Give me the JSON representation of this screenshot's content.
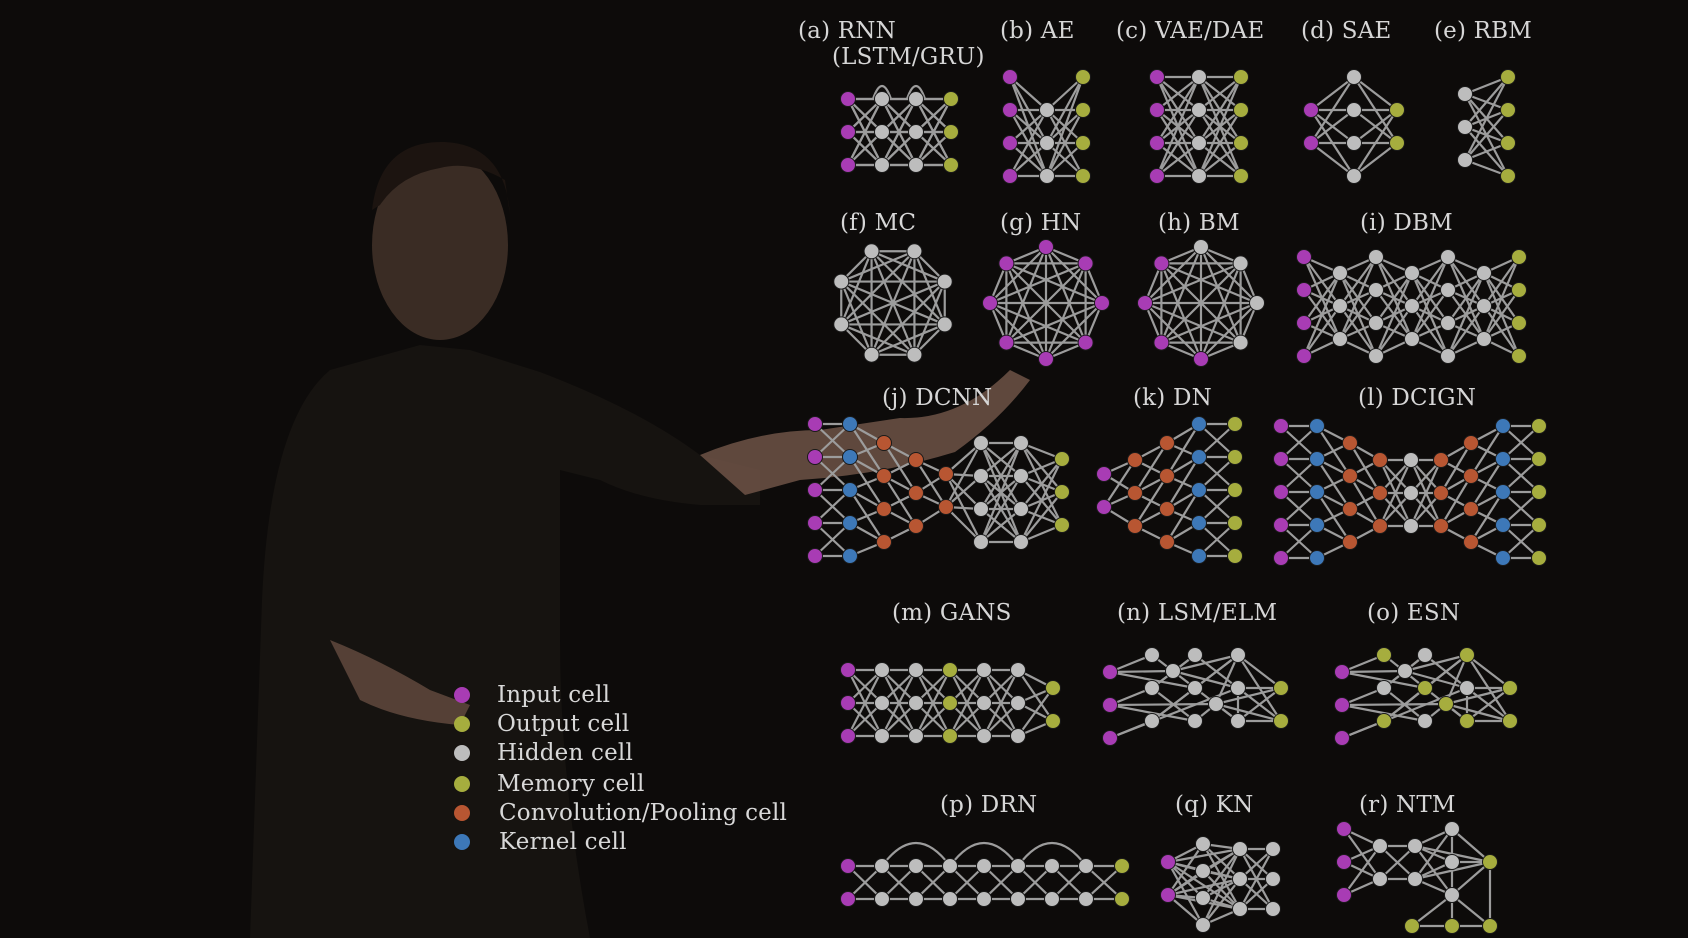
{
  "colors": {
    "background": "#0d0b0a",
    "input": "#a83cb4",
    "output": "#a6ad3e",
    "hidden": "#bdbdbd",
    "memory": "#a6ad3e",
    "convolution": "#b85632",
    "kernel": "#3d78b8",
    "edge": "#9c9c9c"
  },
  "legend": [
    {
      "label": "Input cell",
      "color": "input"
    },
    {
      "label": "Output cell",
      "color": "output"
    },
    {
      "label": "Hidden cell",
      "color": "hidden"
    },
    {
      "label": "Memory cell",
      "color": "memory"
    },
    {
      "label": "Convolution/Pooling cell",
      "color": "convolution"
    },
    {
      "label": "Kernel cell",
      "color": "kernel"
    }
  ],
  "networks": {
    "a": "(a) RNN",
    "a_sub": "(LSTM/GRU)",
    "b": "(b) AE",
    "c": "(c) VAE/DAE",
    "d": "(d) SAE",
    "e": "(e) RBM",
    "f": "(f) MC",
    "g": "(g) HN",
    "h": "(h) BM",
    "i": "(i) DBM",
    "j": "(j) DCNN",
    "k": "(k) DN",
    "l": "(l) DCIGN",
    "m": "(m) GANS",
    "n": "(n) LSM/ELM",
    "o": "(o) ESN",
    "p": "(p) DRN",
    "q": "(q) KN",
    "r": "(r) NTM"
  }
}
